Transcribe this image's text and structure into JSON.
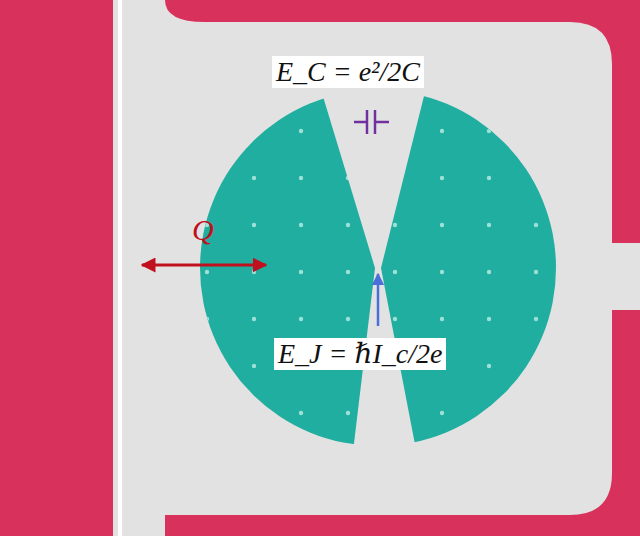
{
  "diagram": {
    "labels": [
      "E_C = e²/2C",
      "Q",
      "E_J = ℏI_c/2e"
    ]
  }
}
